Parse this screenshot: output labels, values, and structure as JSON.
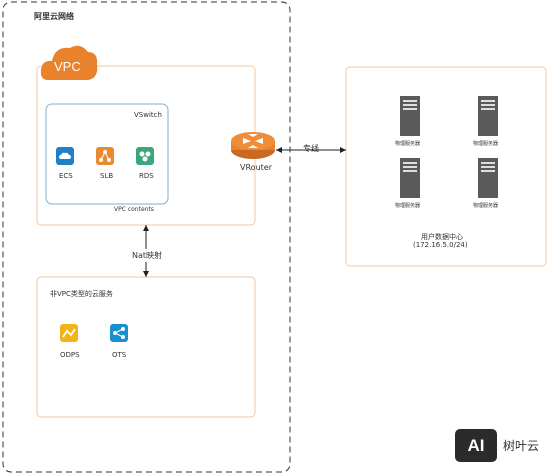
{
  "network": {
    "title": "阿里云网络"
  },
  "vpc": {
    "cloud_label": "VPC",
    "vswitch": {
      "title": "VSwitch",
      "footer": "VPC contents",
      "services": [
        {
          "label": "ECS",
          "icon": "cloud-icon",
          "color": "#1f7fc7"
        },
        {
          "label": "SLB",
          "icon": "network-icon",
          "color": "#e88a2e"
        },
        {
          "label": "RDS",
          "icon": "database-icon",
          "color": "#3aa67a"
        }
      ]
    }
  },
  "vrouter": {
    "label": "VRouter"
  },
  "line_label": "专线",
  "nat_label": "Nat映射",
  "non_vpc": {
    "title": "非VPC类型的云服务",
    "services": [
      {
        "label": "ODPS",
        "icon": "chart-icon",
        "color": "#f2b418"
      },
      {
        "label": "OTS",
        "icon": "share-icon",
        "color": "#1a8fd0"
      }
    ]
  },
  "datacenter": {
    "title": "用户数据中心",
    "subnet": "(172.16.5.0/24)",
    "servers": [
      {
        "label": "物理服务器"
      },
      {
        "label": "物理服务器"
      },
      {
        "label": "物理服务器"
      },
      {
        "label": "物理服务器"
      }
    ]
  },
  "watermark": {
    "logo": "AI",
    "text": "树叶云"
  }
}
